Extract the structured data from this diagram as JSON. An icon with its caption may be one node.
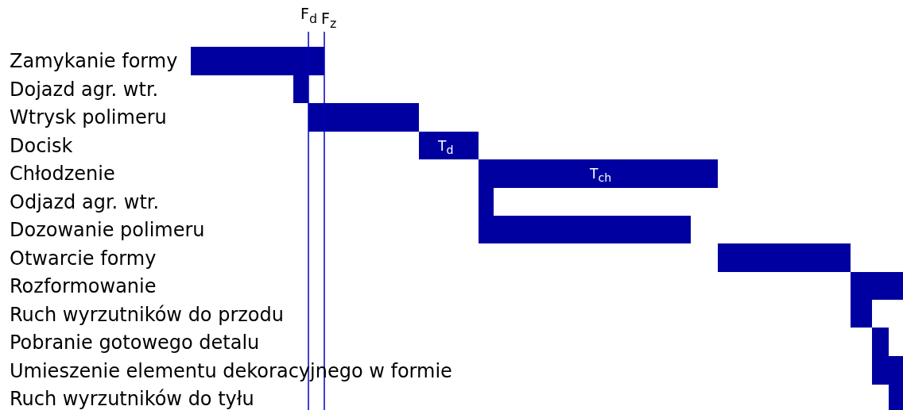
{
  "diagram": {
    "labels": [
      "F$_{d}$",
      "F$_{z}$",
      "Zamykanie formy",
      "Dojazd agr. wtr.",
      "Wtrysk polimeru",
      "Docisk",
      "T$_{d}$",
      "Chłodzenie",
      "T$_{ch}$",
      "Odjazd agr. wtr.",
      "Dozowanie polimeru",
      "Otwarcie formy",
      "Rozformowanie",
      "Ruch wyrzutników do przodu",
      "Pobranie gotowego detalu",
      "Umieszenie elementu dekoracyjnego w formie",
      "Ruch wyrzutników do tyłu"
    ]
  }
}
